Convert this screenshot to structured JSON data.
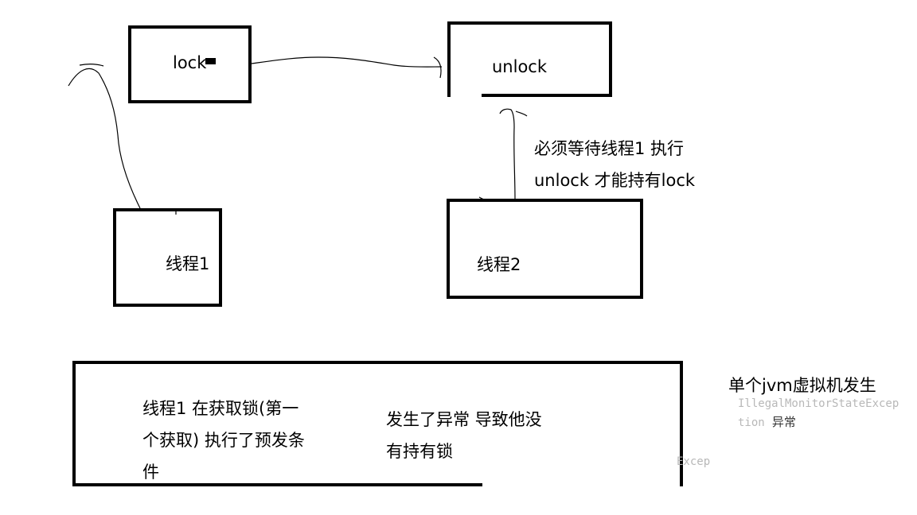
{
  "boxes": {
    "lock": {
      "label": "lock"
    },
    "unlock": {
      "label": "unlock"
    },
    "thread1": {
      "label": "线程1"
    },
    "thread2": {
      "label": "线程2"
    }
  },
  "notes": {
    "wait_line1": "必须等待线程1 执行",
    "wait_line2": "unlock 才能持有lock",
    "bottom_left_line1": "线程1 在获取锁(第一",
    "bottom_left_line2": "个获取) 执行了预发条",
    "bottom_left_line3": "件",
    "bottom_right_line1": "发生了异常 导致他没",
    "bottom_right_line2": "有持有锁",
    "side_title": "单个jvm虚拟机发生",
    "side_exception_line1": "IllegalMonitorStateExcep",
    "side_exception_line2": "tion",
    "side_exception_suffix": "异常",
    "residual_excep": "Excep"
  },
  "colors": {
    "stroke": "#000000",
    "faded_text": "#b8b8b8",
    "background": "#ffffff"
  }
}
